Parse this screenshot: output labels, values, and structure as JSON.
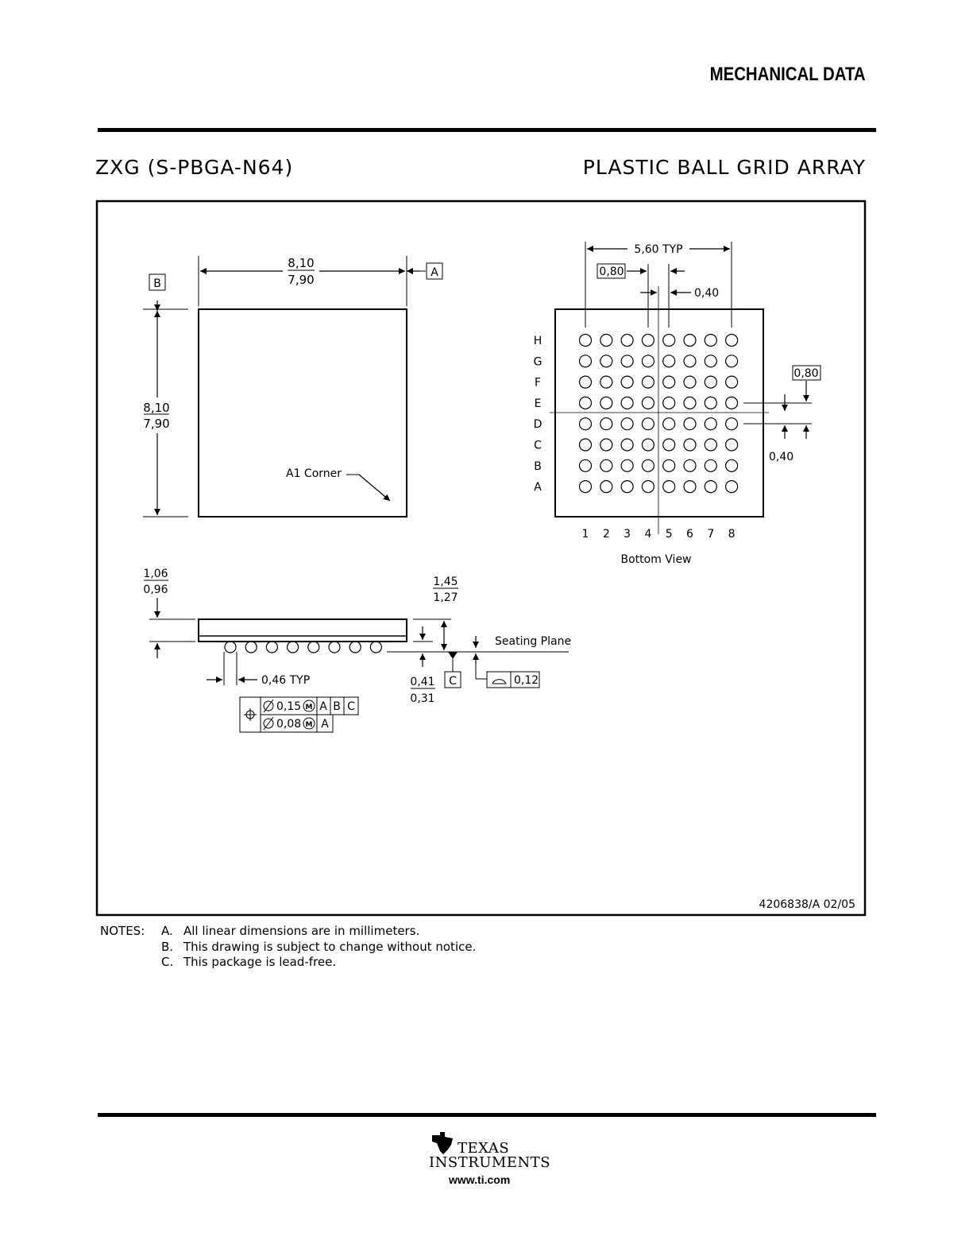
{
  "header": {
    "section_title": "MECHANICAL DATA",
    "package_id": "ZXG (S-PBGA-N64)",
    "package_type": "PLASTIC BALL GRID ARRAY"
  },
  "top_view": {
    "width_max": "8,10",
    "width_min": "7,90",
    "height_max": "8,10",
    "height_min": "7,90",
    "datum_a": "A",
    "datum_b": "B",
    "a1_corner": "A1 Corner"
  },
  "bottom_view": {
    "span": "5,60 TYP",
    "pitch_box_x": "0,80",
    "offset_x": "0,40",
    "pitch_box_y": "0,80",
    "offset_y": "0,40",
    "row_labels": [
      "H",
      "G",
      "F",
      "E",
      "D",
      "C",
      "B",
      "A"
    ],
    "column_labels": [
      "1",
      "2",
      "3",
      "4",
      "5",
      "6",
      "7",
      "8"
    ],
    "caption": "Bottom View"
  },
  "side_view": {
    "body_max": "1,06",
    "body_min": "0,96",
    "total_max": "1,45",
    "total_min": "1,27",
    "standoff_max": "0,41",
    "standoff_min": "0,31",
    "ball_dia": "0,46 TYP",
    "datum_c": "C",
    "seating_plane": "Seating Plane",
    "flatness": "0,12"
  },
  "tolerance_frame": {
    "row1": {
      "value": "0,15",
      "refs": [
        "A",
        "B",
        "C"
      ]
    },
    "row2": {
      "value": "0,08",
      "refs": [
        "A"
      ]
    }
  },
  "drawing_number": "4206838/A 02/05",
  "notes": {
    "label": "NOTES:",
    "items": [
      {
        "letter": "A.",
        "text": "All linear dimensions are in millimeters."
      },
      {
        "letter": "B.",
        "text": "This drawing is subject to change without notice."
      },
      {
        "letter": "C.",
        "text": "This package is lead-free."
      }
    ]
  },
  "footer": {
    "logo_line1": "TEXAS",
    "logo_line2": "INSTRUMENTS",
    "url": "www.ti.com"
  }
}
